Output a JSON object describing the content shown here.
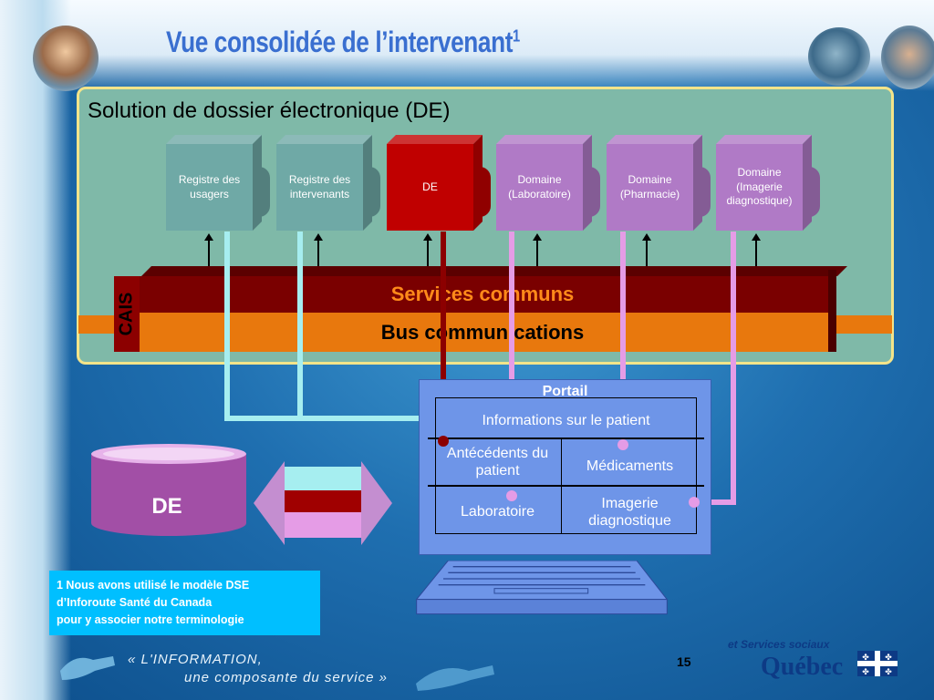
{
  "slide": {
    "title": "Vue consolidée de l’intervenant",
    "title_sup": "1",
    "panel_title": "Solution de dossier électronique (DE)"
  },
  "components": [
    {
      "label": "Registre des usagers",
      "color": "#6fa9a6"
    },
    {
      "label": "Registre des intervenants",
      "color": "#6fa9a6"
    },
    {
      "label": "DE",
      "color": "#c00000"
    },
    {
      "label": "Domaine (Laboratoire)",
      "color": "#b07ac6"
    },
    {
      "label": "Domaine (Pharmacie)",
      "color": "#b07ac6"
    },
    {
      "label": "Domaine (Imagerie diagnostique)",
      "color": "#b07ac6"
    }
  ],
  "layers": {
    "services": "Services communs",
    "bus": "Bus communications",
    "cais": "CAIS"
  },
  "portal": {
    "title": "Portail",
    "header": "Informations sur le patient",
    "antecedents": "Antécédents du patient",
    "medicaments": "Médicaments",
    "laboratoire": "Laboratoire",
    "imagerie": "Imagerie diagnostique"
  },
  "database": {
    "label": "DE"
  },
  "footnote": {
    "line1": "1 Nous avons utilisé le modèle DSE",
    "line2": "d’Inforoute Santé du Canada",
    "line3": "pour y associer notre terminologie"
  },
  "footer": {
    "slogan_line1": "« L'INFORMATION,",
    "slogan_line2": "une composante du service »",
    "page_number": "15",
    "ministry": "et Services sociaux",
    "province": "Québec"
  },
  "colors": {
    "teal": "#a6eef0",
    "red": "#8c0000",
    "pink": "#e59ce6",
    "orange": "#e8780d"
  }
}
